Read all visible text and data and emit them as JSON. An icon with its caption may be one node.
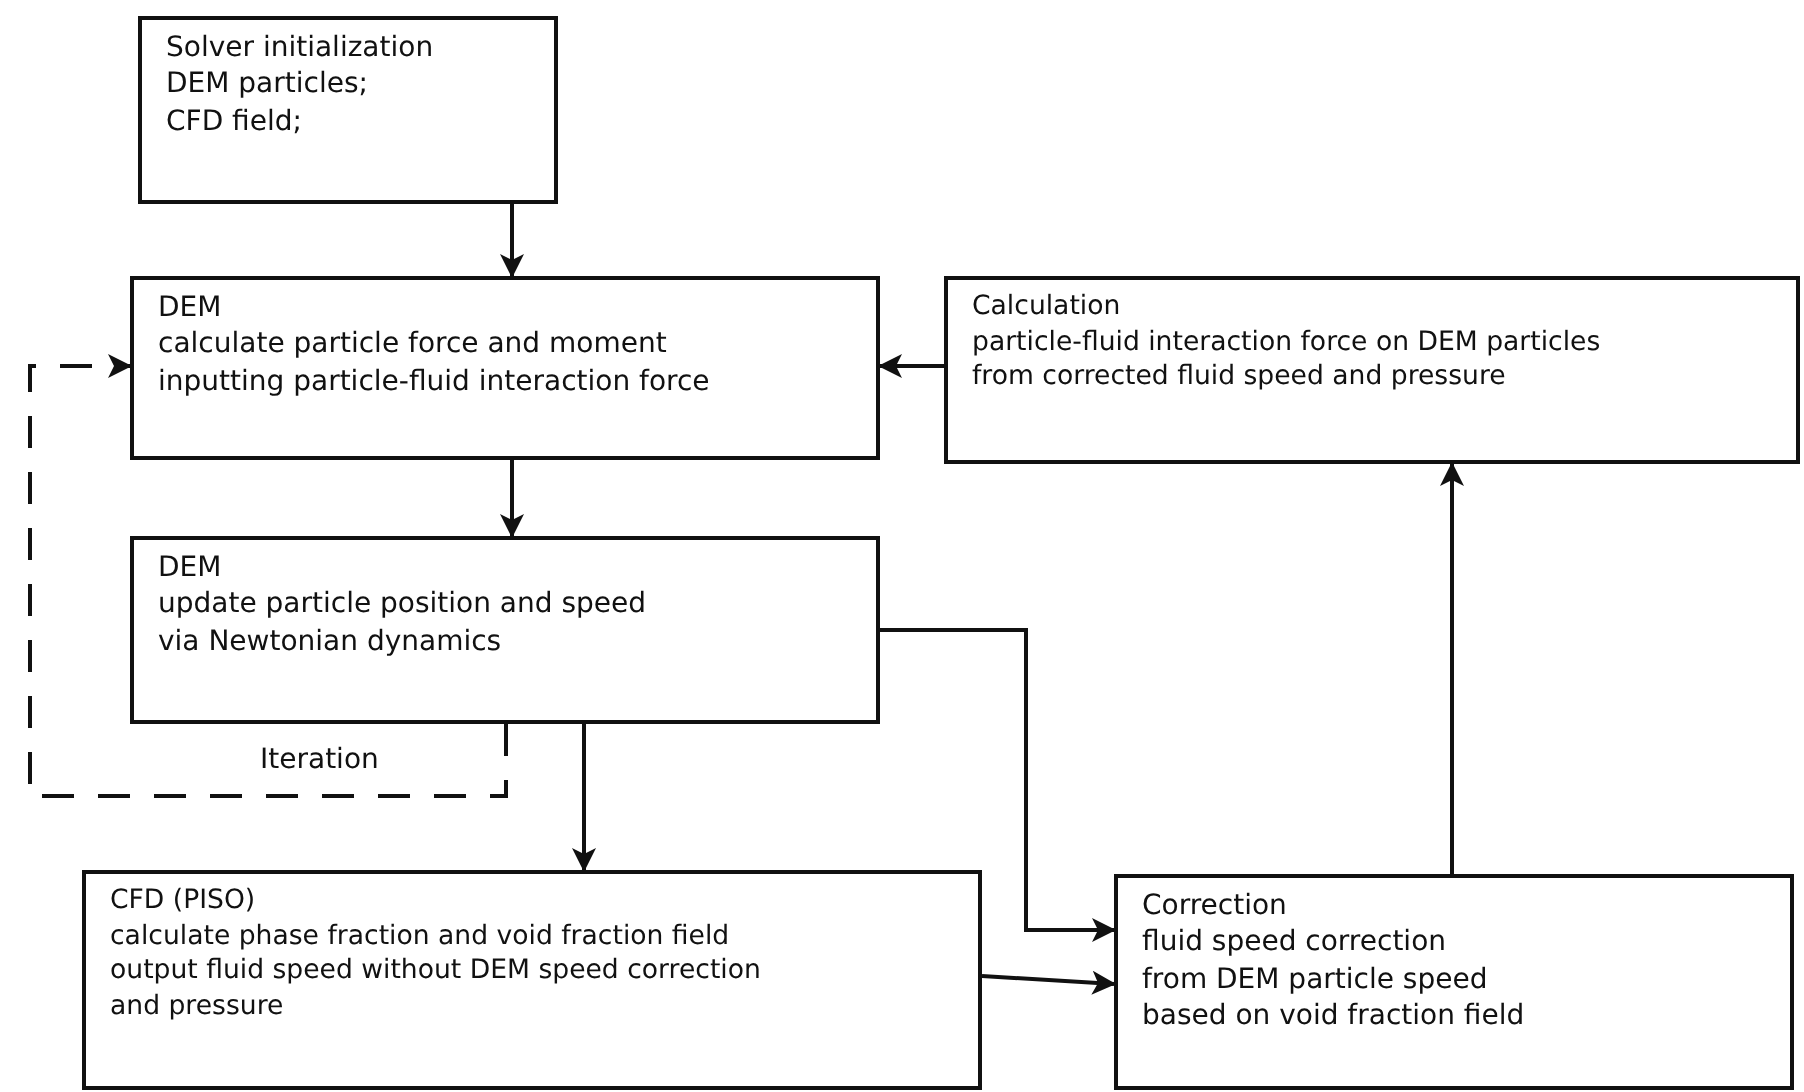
{
  "diagram": {
    "nodes": [
      {
        "text": [
          "Solver initialization",
          "DEM particles;",
          "CFD field;"
        ]
      },
      {
        "text": [
          "DEM",
          "calculate particle force and moment",
          "inputting particle-fluid interaction force"
        ]
      },
      {
        "text": [
          "Calculation",
          "particle-fluid interaction force on DEM particles",
          "from corrected fluid speed and pressure"
        ]
      },
      {
        "text": [
          "DEM",
          "update particle position and speed",
          "via Newtonian dynamics"
        ]
      },
      {
        "text": [
          "CFD (PISO)",
          "calculate phase fraction and void fraction field",
          "output fluid speed without DEM speed correction",
          "and pressure"
        ]
      },
      {
        "text": [
          "Correction",
          "fluid speed correction",
          "from DEM particle speed",
          "based on void fraction field"
        ]
      }
    ],
    "edges": [
      {
        "from": 0,
        "to": 1,
        "arrow": "to"
      },
      {
        "from": 2,
        "to": 1,
        "arrow": "to"
      },
      {
        "from": 1,
        "to": 3,
        "arrow": "to"
      },
      {
        "from": 3,
        "to": 1,
        "arrow": "to",
        "style": "dashed",
        "label": "Iteration"
      },
      {
        "from": 3,
        "to": 4,
        "arrow": "to"
      },
      {
        "from": 3,
        "to": 5,
        "arrow": "to"
      },
      {
        "from": 4,
        "to": 5,
        "arrow": "to"
      },
      {
        "from": 5,
        "to": 2,
        "arrow": "to"
      }
    ]
  }
}
